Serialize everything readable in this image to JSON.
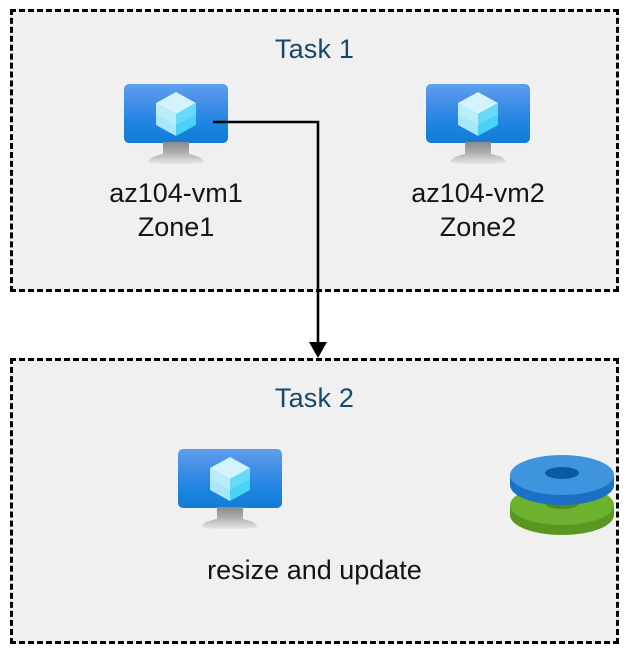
{
  "diagram": {
    "title_color": "#15496B",
    "box_fill": "#F0F0F0",
    "box_border_color": "#000000",
    "connector_color": "#000000",
    "tasks": [
      {
        "id": "task1",
        "title": "Task 1",
        "nodes": [
          {
            "id": "vm1",
            "icon": "virtual-machine-icon",
            "label": "az104-vm1\nZone1",
            "name": "az104-vm1",
            "zone": "Zone1"
          },
          {
            "id": "vm2",
            "icon": "virtual-machine-icon",
            "label": "az104-vm2\nZone2",
            "name": "az104-vm2",
            "zone": "Zone2"
          }
        ]
      },
      {
        "id": "task2",
        "title": "Task 2",
        "caption": "resize and update",
        "icons": [
          {
            "id": "vm3",
            "icon": "virtual-machine-icon"
          },
          {
            "id": "disks",
            "icon": "disks-icon"
          }
        ]
      }
    ],
    "connector": {
      "from": "vm1",
      "to": "task2",
      "style": "elbow-arrow",
      "arrowhead": "solid-triangle-down"
    },
    "icon_colors": {
      "vm_screen_top": "#5EA0EE",
      "vm_screen_bottom": "#0F7CD4",
      "vm_cube_light": "#CDF1FB",
      "vm_cube_mid": "#9BE3F7",
      "vm_cube_dark": "#3FD0F5",
      "vm_stand": "#BFBFBF",
      "disk_blue_top": "#3E95DE",
      "disk_blue_side": "#1B6FC4",
      "disk_blue_hole": "#0C5AA6",
      "disk_green_top": "#6CB22E",
      "disk_green_side": "#5A9720",
      "disk_green_hole": "#4E8A1C"
    }
  }
}
